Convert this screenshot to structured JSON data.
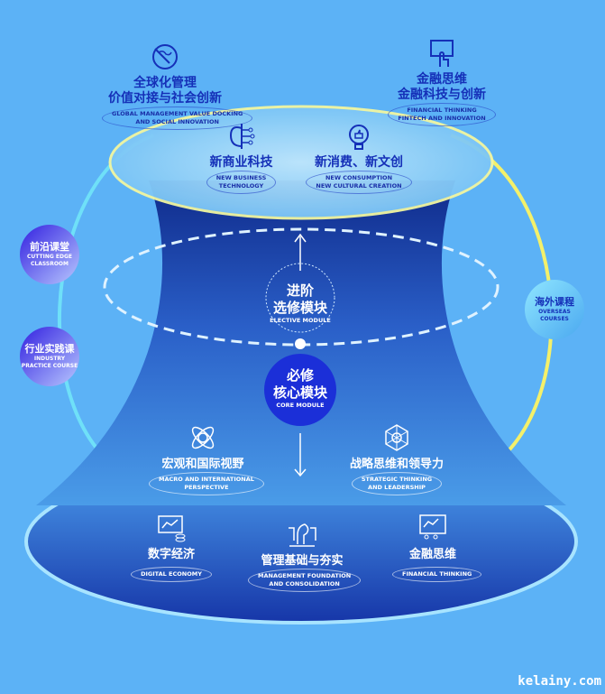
{
  "top": [
    {
      "cn1": "全球化管理",
      "cn2": "价值对接与社会创新",
      "en1": "GLOBAL MANAGEMENT VALUE DOCKING",
      "en2": "AND SOCIAL INNOVATION",
      "icon": "globe-icon"
    },
    {
      "cn1": "金融思维",
      "cn2": "金融科技与创新",
      "en1": "FINANCIAL THINKING",
      "en2": "FINTECH AND INNOVATION",
      "icon": "touch-screen-dollar-icon"
    },
    {
      "cn1": "新商业科技",
      "en1": "NEW BUSINESS",
      "en2": "TECHNOLOGY",
      "icon": "brain-circuit-icon"
    },
    {
      "cn1": "新消费、新文创",
      "en1": "NEW CONSUMPTION",
      "en2": "NEW CULTURAL CREATION",
      "icon": "lightbulb-thumbsup-icon"
    }
  ],
  "elective": {
    "cn1": "进阶",
    "cn2": "选修模块",
    "en": "ELECTIVE MODULE"
  },
  "core": {
    "cn1": "必修",
    "cn2": "核心模块",
    "en": "CORE MODULE"
  },
  "side": [
    {
      "cn": "前沿课堂",
      "en1": "CUTTING EDGE",
      "en2": "CLASSROOM"
    },
    {
      "cn": "行业实践课",
      "en1": "INDUSTRY",
      "en2": "PRACTICE COURSE"
    },
    {
      "cn": "海外课程",
      "en1": "OVERSEAS",
      "en2": "COURSES"
    }
  ],
  "bottom": [
    {
      "cn": "宏观和国际视野",
      "en1": "MACRO AND INTERNATIONAL",
      "en2": "PERSPECTIVE",
      "icon": "atom-icon"
    },
    {
      "cn": "战略思维和领导力",
      "en1": "STRATEGIC THINKING",
      "en2": "AND LEADERSHIP",
      "icon": "network-cube-icon"
    },
    {
      "cn": "数字经济",
      "en1": "DIGITAL ECONOMY",
      "icon": "monitor-chart-coins-icon"
    },
    {
      "cn": "管理基础与夯实",
      "en1": "MANAGEMENT FOUNDATION",
      "en2": "AND CONSOLIDATION",
      "icon": "chess-pieces-icon"
    },
    {
      "cn": "金融思维",
      "en1": "FINANCIAL THINKING",
      "icon": "presentation-chart-icon"
    }
  ],
  "watermark": "kelainy.com",
  "colors": {
    "background": "#5cb2f6",
    "dark_blue": "#14339a",
    "accent_yellow": "#f4f06a"
  }
}
